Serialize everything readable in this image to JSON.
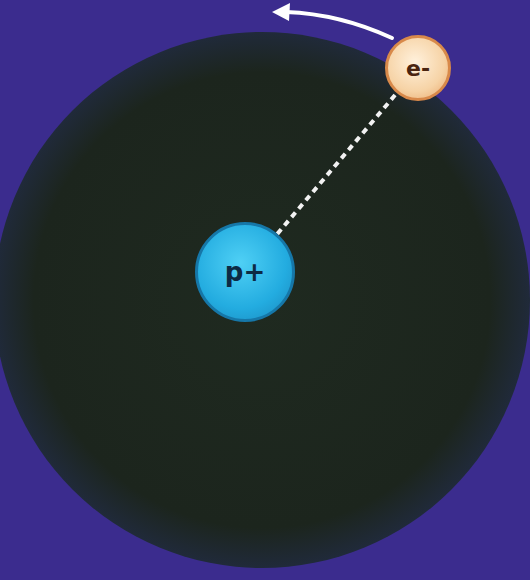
{
  "diagram": {
    "nodes": [
      {
        "text": [
          "p+"
        ]
      },
      {
        "text": [
          "e-"
        ]
      }
    ],
    "edges": [
      {
        "from": 0,
        "to": 1,
        "arrow": "none"
      }
    ]
  }
}
